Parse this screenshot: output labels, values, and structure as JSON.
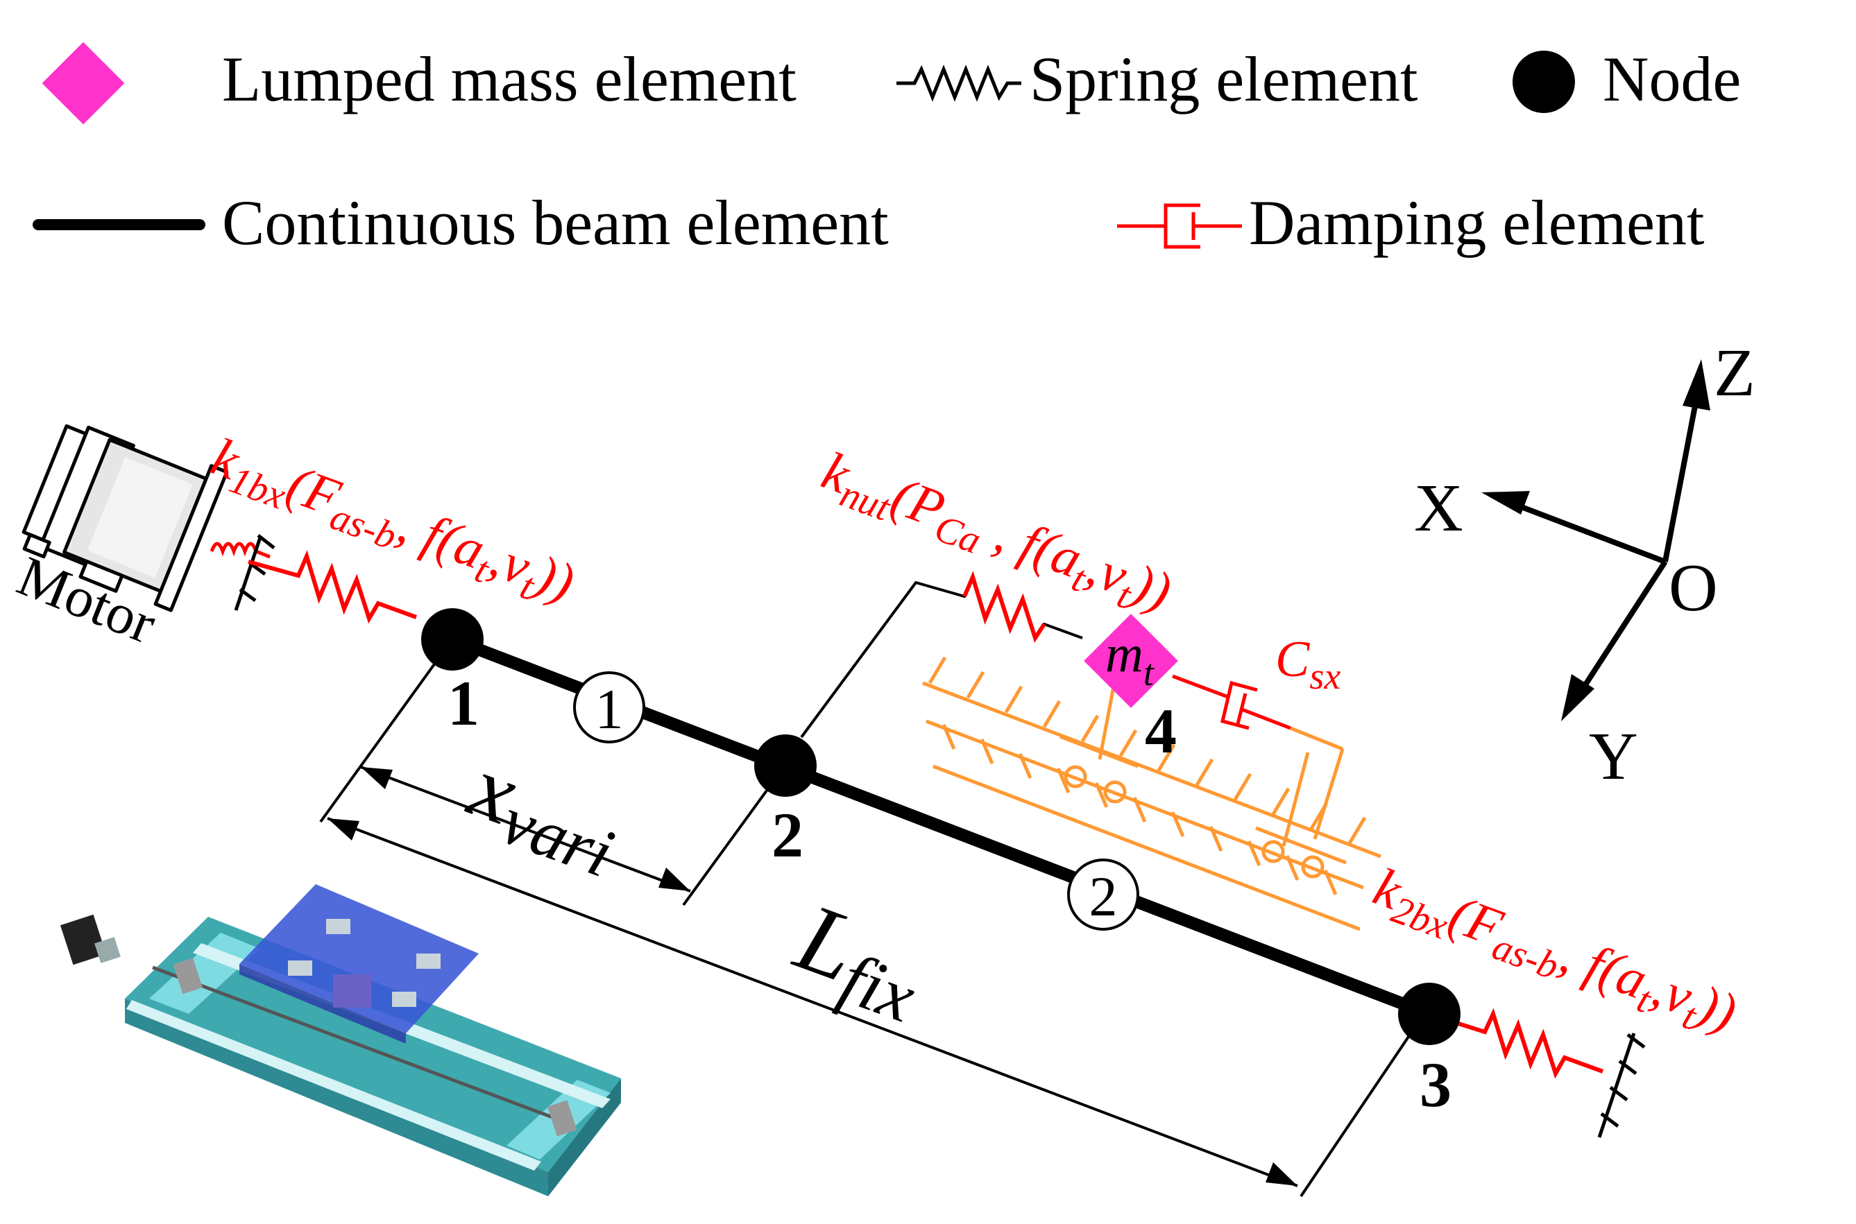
{
  "legend": {
    "lumped_mass": "Lumped mass element",
    "spring": "Spring element",
    "node": "Node",
    "beam": "Continuous beam element",
    "damping": "Damping element"
  },
  "motor_label": "Motor",
  "nodes": [
    "1",
    "2",
    "3",
    "4"
  ],
  "elements": [
    "1",
    "2"
  ],
  "springs": {
    "k1": {
      "k": "k",
      "k_sub": "1bx",
      "open": "(F",
      "f_sub": "as-b",
      "mid": ", f(a",
      "t1": "t",
      "comma": ",v",
      "t2": "t",
      "close": "))"
    },
    "knut": {
      "k": "k",
      "k_sub": "nut",
      "open": "(P",
      "f_sub": "Ca",
      "mid": " , f(a",
      "t1": "t",
      "comma": ",v",
      "t2": "t",
      "close": "))"
    },
    "k2": {
      "k": "k",
      "k_sub": "2bx",
      "open": "(F",
      "f_sub": "as-b",
      "mid": ", f(a",
      "t1": "t",
      "comma": ",v",
      "t2": "t",
      "close": "))"
    }
  },
  "mass": {
    "m": "m",
    "sub": "t"
  },
  "damper": {
    "c": "C",
    "sub": "sx"
  },
  "dims": {
    "xvari": {
      "x": "x",
      "sub": "vari"
    },
    "lfix": {
      "l": "L",
      "sub": "fix"
    }
  },
  "axes": {
    "z": "Z",
    "x": "X",
    "y": "Y",
    "o": "O"
  },
  "colors": {
    "spring_red": "#ff0000",
    "mass_magenta": "#ff33cc",
    "guide_orange": "#ff9933",
    "beam_black": "#000000",
    "stage_cyan": "#5fc7cf",
    "table_blue": "#3a57d6"
  }
}
